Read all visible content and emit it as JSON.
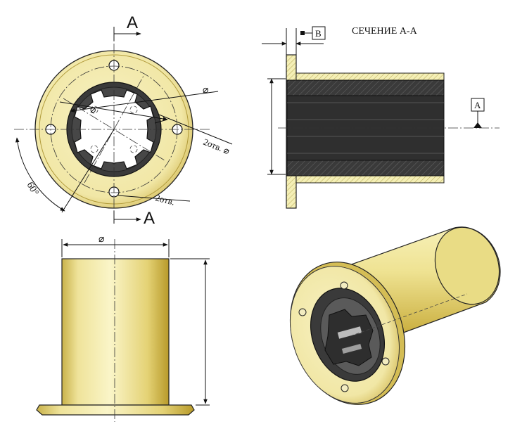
{
  "section_label": "A",
  "section_title": "СЕЧЕНИЕ А-А",
  "diameter_symbol": "⌀",
  "holes_dim_1": "2отв. ⌀",
  "holes_dim_2": "2отв.",
  "angle_label": "60°",
  "datum_a": "A",
  "datum_b": "B",
  "colors": {
    "brass_light": "#f4efb6",
    "brass_mid": "#e6d87c",
    "brass_dark": "#b89a2a",
    "liner": "#3a3a3a",
    "liner_dark": "#222222"
  }
}
